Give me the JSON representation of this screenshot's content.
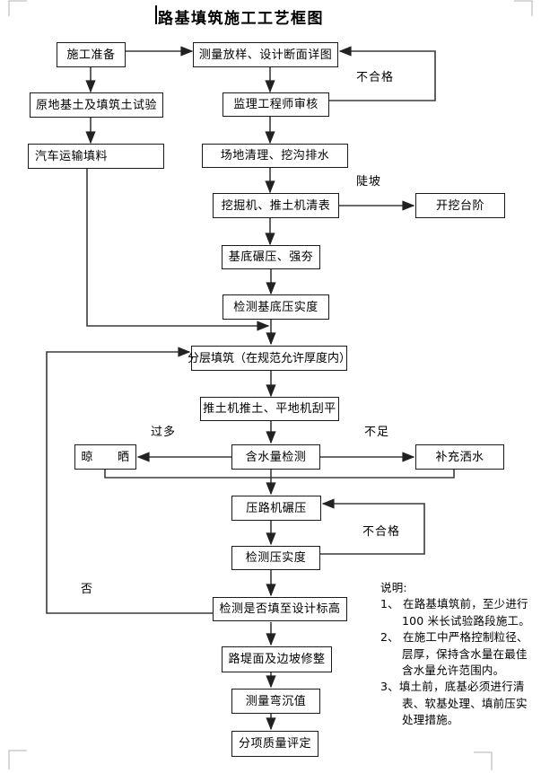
{
  "title": "路基填筑施工工艺框图",
  "colors": {
    "line": "#3a3a3a",
    "box_border": "#1a1a1a",
    "text": "#000000",
    "crop_mark": "#b0b0b0"
  },
  "flowchart": {
    "boxes": [
      {
        "label": "施工准备"
      },
      {
        "label": "测量放样、设计断面详图"
      },
      {
        "label": "原地基土及填筑土试验"
      },
      {
        "label": "监理工程师审核"
      },
      {
        "label": "汽车运输填料"
      },
      {
        "label": "场地清理、挖沟排水"
      },
      {
        "label": "挖掘机、推土机清表"
      },
      {
        "label": "开挖台阶"
      },
      {
        "label": "基底碾压、强夯"
      },
      {
        "label": "检测基底压实度"
      },
      {
        "label": "分层填筑（在规范允许厚度内）"
      },
      {
        "label": "推土机推土、平地机刮平"
      },
      {
        "label": "晾　　晒"
      },
      {
        "label": "含水量检测"
      },
      {
        "label": "补充洒水"
      },
      {
        "label": "压路机碾压"
      },
      {
        "label": "检测压实度"
      },
      {
        "label": "检测是否填至设计标高"
      },
      {
        "label": "路堤面及边坡修整"
      },
      {
        "label": "测量弯沉值"
      },
      {
        "label": "分项质量评定"
      }
    ],
    "edge_labels": {
      "fail_top": "不合格",
      "steep_slope": "陡坡",
      "too_much": "过多",
      "insufficient": "不足",
      "fail_bottom": "不合格",
      "no": "否"
    }
  },
  "notes": {
    "heading": "说明:",
    "lines": [
      "1、 在路基填筑前，至少进行",
      "100 米长试验路段施工。",
      "2、 在施工中严格控制粒径、",
      "层厚，保持含水量在最佳",
      "含水量允许范围内。",
      "3、填土前，底基必须进行清",
      "表、软基处理、填前压实",
      "处理措施。"
    ]
  }
}
